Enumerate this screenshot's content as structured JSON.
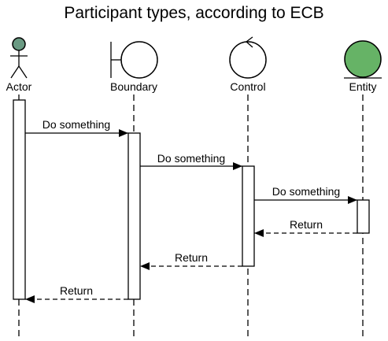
{
  "title": "Participant types, according to ECB",
  "participants": [
    {
      "name": "Actor",
      "type": "actor",
      "fill": "#6a9a83"
    },
    {
      "name": "Boundary",
      "type": "boundary",
      "fill": "#ffffff"
    },
    {
      "name": "Control",
      "type": "control",
      "fill": "#ffffff"
    },
    {
      "name": "Entity",
      "type": "entity",
      "fill": "#66b366"
    }
  ],
  "messages": [
    {
      "label": "Do something",
      "from": 0,
      "to": 1,
      "kind": "sync"
    },
    {
      "label": "Do something",
      "from": 1,
      "to": 2,
      "kind": "sync"
    },
    {
      "label": "Do something",
      "from": 2,
      "to": 3,
      "kind": "sync"
    },
    {
      "label": "Return",
      "from": 3,
      "to": 2,
      "kind": "return"
    },
    {
      "label": "Return",
      "from": 2,
      "to": 1,
      "kind": "return"
    },
    {
      "label": "Return",
      "from": 1,
      "to": 0,
      "kind": "return"
    }
  ]
}
